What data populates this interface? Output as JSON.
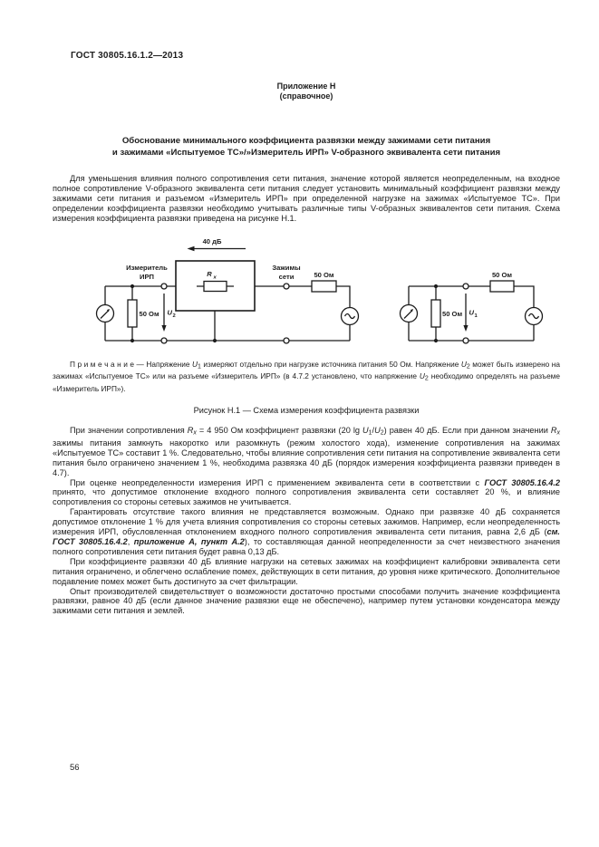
{
  "page": {
    "header": "ГОСТ 30805.16.1.2—2013",
    "appendix_label": "Приложение Н",
    "appendix_type": "(справочное)",
    "title_line1": "Обоснование минимального коэффициента развязки между зажимами сети питания",
    "title_line2": "и зажимами «Испытуемое ТС»/»Измеритель ИРП» V-образного эквивалента сети питания",
    "page_number": "56"
  },
  "figure": {
    "arrow_label": "40 дБ",
    "receiver_label_1": "Измеритель",
    "receiver_label_2": "ИРП",
    "terminals_label_1": "Зажимы",
    "terminals_label_2": "сети",
    "r_load": "50 Ом",
    "r_symbol": "R",
    "r_symbol_sub": "х",
    "u1": "U",
    "u1_sub": "1",
    "u2": "U",
    "u2_sub": "2"
  },
  "paragraphs": {
    "intro": [
      {
        "t": "Для уменьшения влияния полного сопротивления сети питания, значение которой является неопределенным, на входное полное сопротивление V-образного эквивалента сети питания следует установить минимальный коэффициент развязки между зажимами сети питания и разъемом «Измеритель ИРП» при определенной нагрузке на зажимах «Испытуемое ТС». При определении коэффициента развязки необходимо учитывать различные типы V-образных эквивалентов сети питания. Схема измерения коэффициента развязки приведена на рисунке Н.1."
      }
    ],
    "note": [
      {
        "t": "П р и м е ч а н и е — Напряжение "
      },
      {
        "t": "U",
        "c": "i"
      },
      {
        "t": "1",
        "c": "sub"
      },
      {
        "t": " измеряют отдельно при нагрузке источника питания 50 Ом. Напряжение "
      },
      {
        "t": "U",
        "c": "i"
      },
      {
        "t": "2",
        "c": "sub"
      },
      {
        "t": " может быть измерено на зажимах «Испытуемое ТС» или на разъеме «Измеритель ИРП» (в 4.7.2 установлено, что напряжение "
      },
      {
        "t": "U",
        "c": "i"
      },
      {
        "t": "2",
        "c": "sub"
      },
      {
        "t": " необходимо определять на разъеме «Измеритель ИРП»)."
      }
    ],
    "caption": "Рисунок Н.1 — Схема измерения коэффициента развязки",
    "p2": [
      {
        "t": "При значении сопротивления "
      },
      {
        "t": "R",
        "c": "i"
      },
      {
        "t": "х",
        "c": "sub i"
      },
      {
        "t": " = 4 950 Ом коэффициент развязки (20 lg "
      },
      {
        "t": "U",
        "c": "i"
      },
      {
        "t": "1",
        "c": "sub"
      },
      {
        "t": "/"
      },
      {
        "t": "U",
        "c": "i"
      },
      {
        "t": "2",
        "c": "sub"
      },
      {
        "t": ") равен 40 дБ. Если при данном значении "
      },
      {
        "t": "R",
        "c": "i"
      },
      {
        "t": "х",
        "c": "sub i"
      },
      {
        "t": " зажимы питания замкнуть накоротко или разомкнуть (режим холостого хода), изменение сопротивления на зажимах «Испытуемое ТС» составит 1 %. Следовательно, чтобы влияние сопротивления сети питания на сопротивление эквивалента сети питания было ограничено значением 1 %, необходима развязка 40 дБ (порядок измерения коэффициента развязки приведен в 4.7)."
      }
    ],
    "p3": [
      {
        "t": "При оценке неопределенности измерения ИРП с применением эквивалента сети в соответствии с "
      },
      {
        "t": "ГОСТ 30805.16.4.2",
        "c": "bi"
      },
      {
        "t": " принято, что допустимое отклонение входного полного сопротивления эквивалента сети составляет 20 %, и влияние сопротивления со стороны сетевых зажимов не учитывается."
      }
    ],
    "p4": [
      {
        "t": "Гарантировать отсутствие такого влияния не представляется возможным. Однако при развязке 40 дБ сохраняется допустимое отклонение 1 % для учета влияния сопротивления со стороны сетевых зажимов. Например, если неопределенность измерения ИРП, обусловленная отклонением входного полного сопротивления эквивалента сети питания, равна 2,6 дБ ("
      },
      {
        "t": "см. ГОСТ 30805.16.4.2",
        "c": "bi"
      },
      {
        "t": ", "
      },
      {
        "t": "приложение А, пункт А.2",
        "c": "bi"
      },
      {
        "t": "), то составляющая данной неопределенности за счет неизвестного значения полного сопротивления сети питания будет равна 0,13 дБ."
      }
    ],
    "p5": [
      {
        "t": "При коэффициенте развязки 40 дБ влияние нагрузки на сетевых зажимах на коэффициент калибровки эквивалента сети питания ограничено, и облегчено ослабление помех, действующих в сети питания, до уровня ниже критического. Дополнительное подавление помех может быть достигнуто за счет фильтрации."
      }
    ],
    "p6": [
      {
        "t": "Опыт производителей свидетельствует о возможности достаточно простыми способами получить значение коэффициента развязки, равное 40 дБ (если данное значение развязки еще не обеспечено), например путем установки конденсатора между зажимами сети питания и землей."
      }
    ]
  }
}
